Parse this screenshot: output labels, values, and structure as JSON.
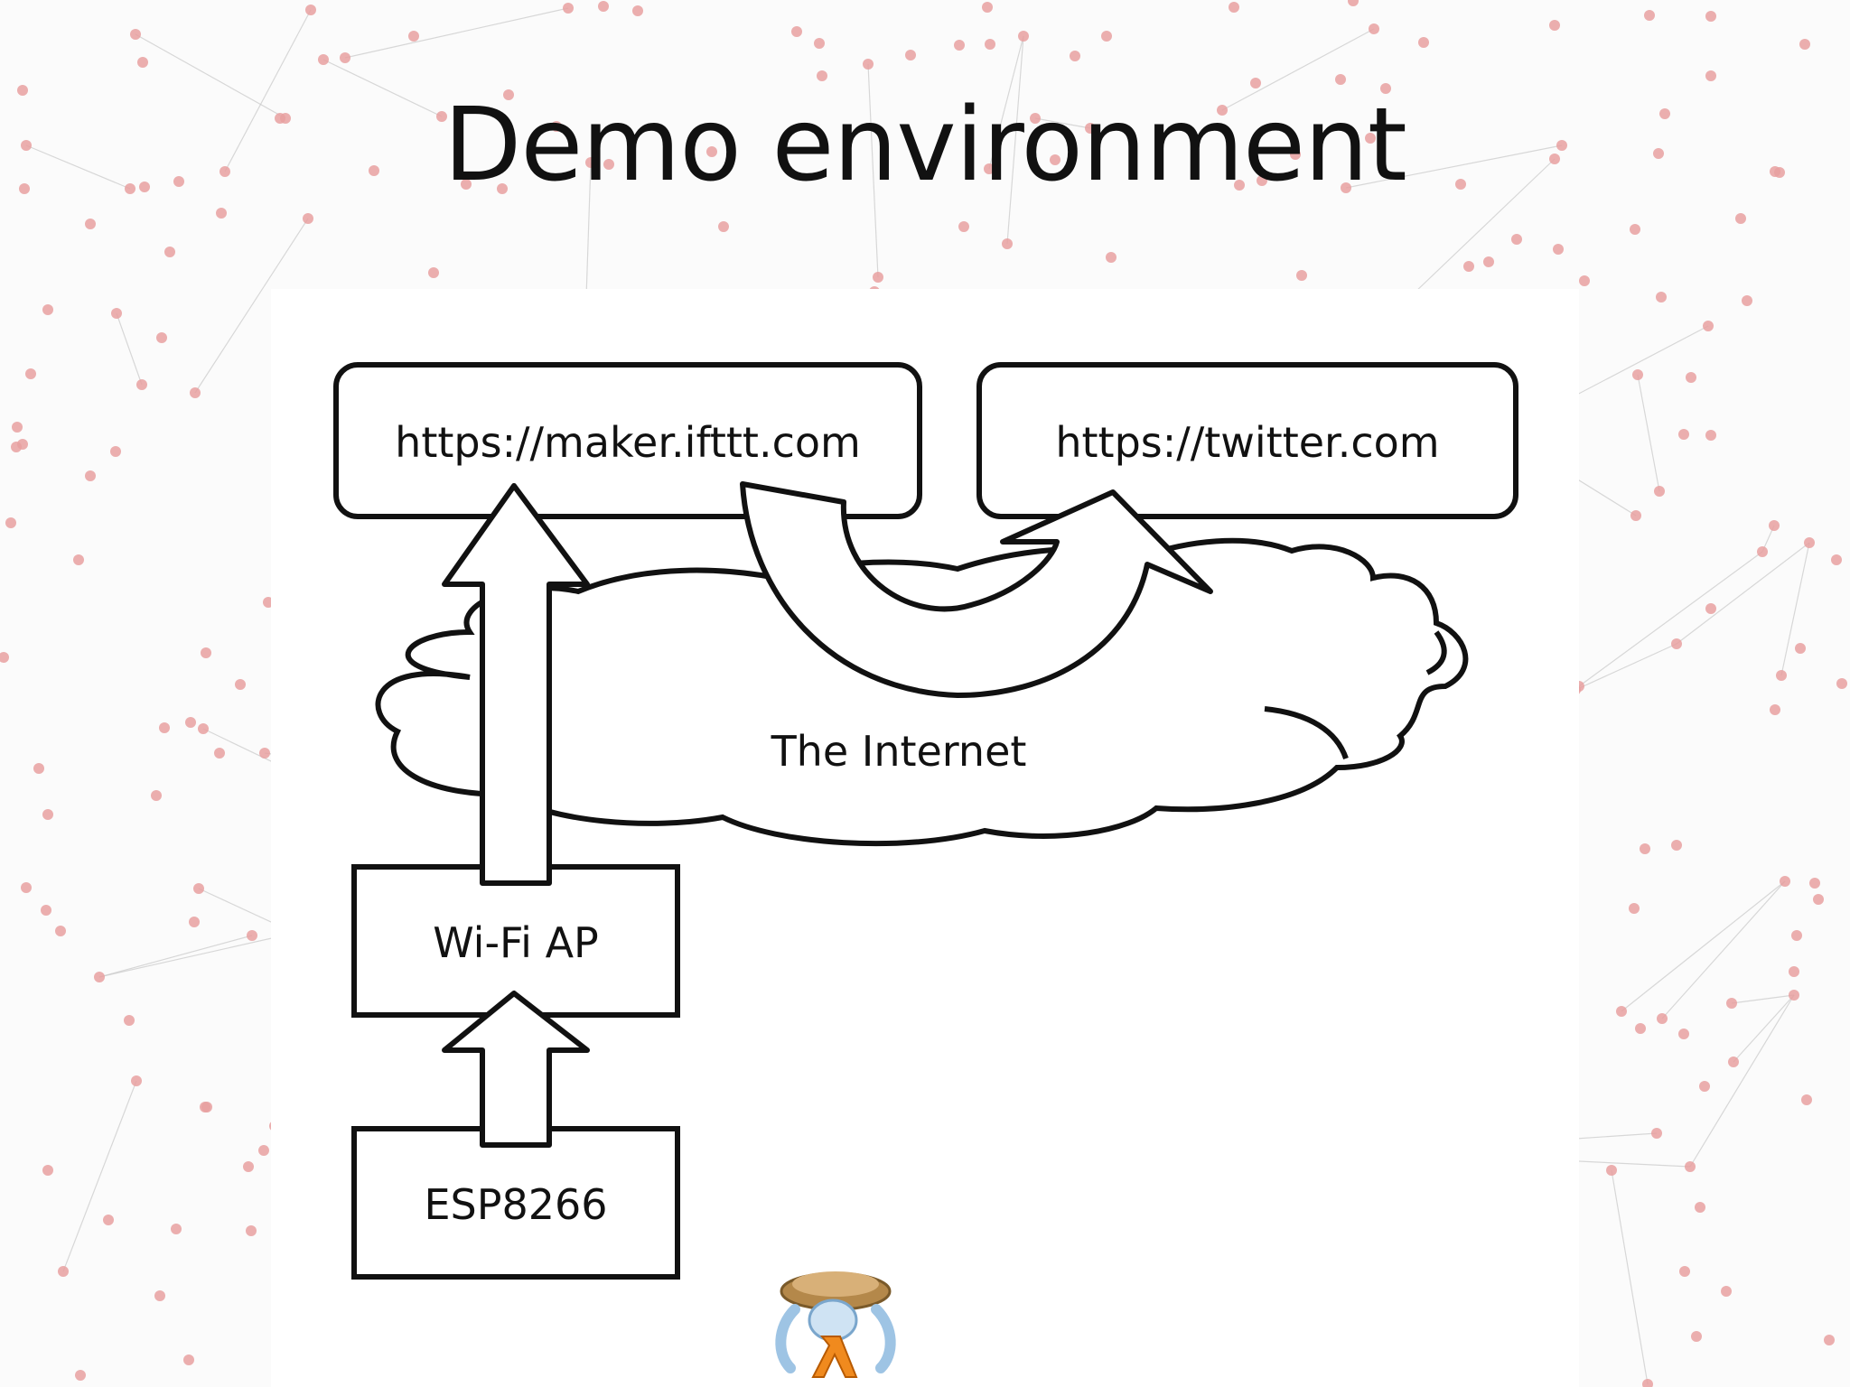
{
  "slide": {
    "title": "Demo environment"
  },
  "diagram": {
    "nodes": {
      "ifttt": "https://maker.ifttt.com",
      "twitter": "https://twitter.com",
      "internet": "The Internet",
      "wifi": "Wi-Fi AP",
      "esp": "ESP8266"
    }
  },
  "colors": {
    "network_dot": "#e8a0a0",
    "network_line": "#c8c8c8",
    "stroke": "#111111"
  },
  "icons": {
    "logo": "turtle-lambda-logo"
  }
}
